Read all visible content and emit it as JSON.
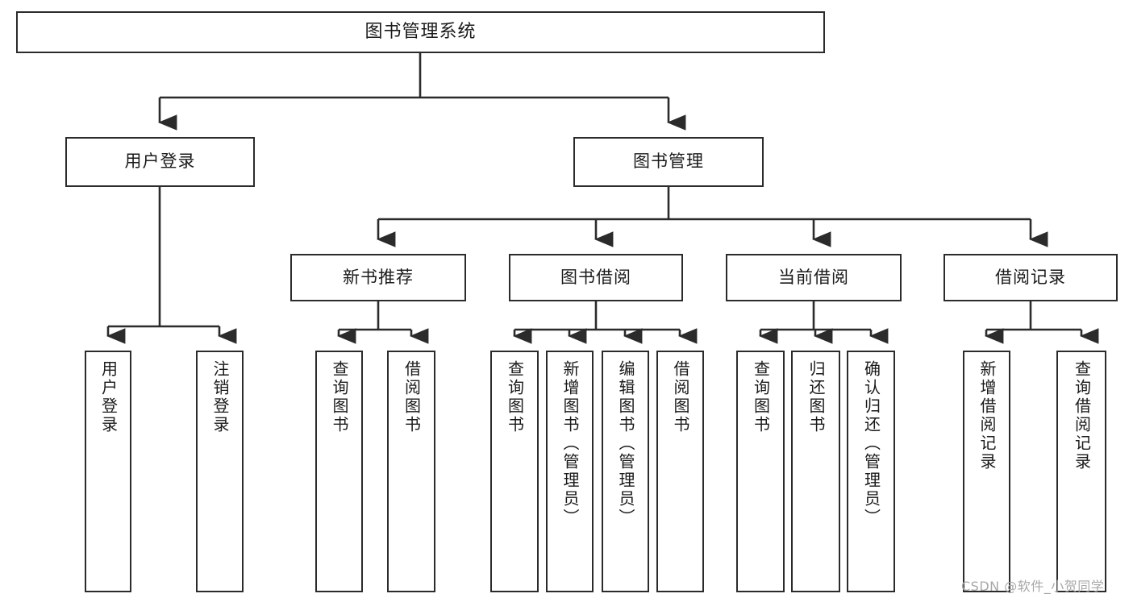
{
  "diagram": {
    "title": "图书管理系统",
    "type": "tree-hierarchy-diagram",
    "root": {
      "id": "root",
      "label": "图书管理系统"
    },
    "level2": [
      {
        "id": "user-login",
        "label": "用户登录"
      },
      {
        "id": "book-management",
        "label": "图书管理"
      }
    ],
    "level3": [
      {
        "id": "new-book-recommend",
        "label": "新书推荐",
        "parent": "book-management"
      },
      {
        "id": "book-borrow",
        "label": "图书借阅",
        "parent": "book-management"
      },
      {
        "id": "current-borrow",
        "label": "当前借阅",
        "parent": "book-management"
      },
      {
        "id": "borrow-record",
        "label": "借阅记录",
        "parent": "book-management"
      }
    ],
    "leaves": {
      "user_login": [
        {
          "id": "leaf-user-login",
          "label": "用户登录"
        },
        {
          "id": "leaf-logout",
          "label": "注销登录"
        }
      ],
      "new_book_recommend": [
        {
          "id": "leaf-query-book-1",
          "label": "查询图书"
        },
        {
          "id": "leaf-borrow-book-1",
          "label": "借阅图书"
        }
      ],
      "book_borrow": [
        {
          "id": "leaf-query-book-2",
          "label": "查询图书"
        },
        {
          "id": "leaf-add-book",
          "label": "新增图书（管理员）"
        },
        {
          "id": "leaf-edit-book",
          "label": "编辑图书（管理员）"
        },
        {
          "id": "leaf-borrow-book-2",
          "label": "借阅图书"
        }
      ],
      "current_borrow": [
        {
          "id": "leaf-query-book-3",
          "label": "查询图书"
        },
        {
          "id": "leaf-return-book",
          "label": "归还图书"
        },
        {
          "id": "leaf-confirm-return",
          "label": "确认归还（管理员）"
        }
      ],
      "borrow_record": [
        {
          "id": "leaf-add-record",
          "label": "新增借阅记录"
        },
        {
          "id": "leaf-query-record",
          "label": "查询借阅记录"
        }
      ]
    },
    "colors": {
      "stroke": "#2b2b2b",
      "text": "#1a1a1a",
      "background": "#ffffff",
      "watermark": "#a8a8a8"
    }
  },
  "watermark": {
    "text": "CSDN @软件_小贺同学"
  }
}
